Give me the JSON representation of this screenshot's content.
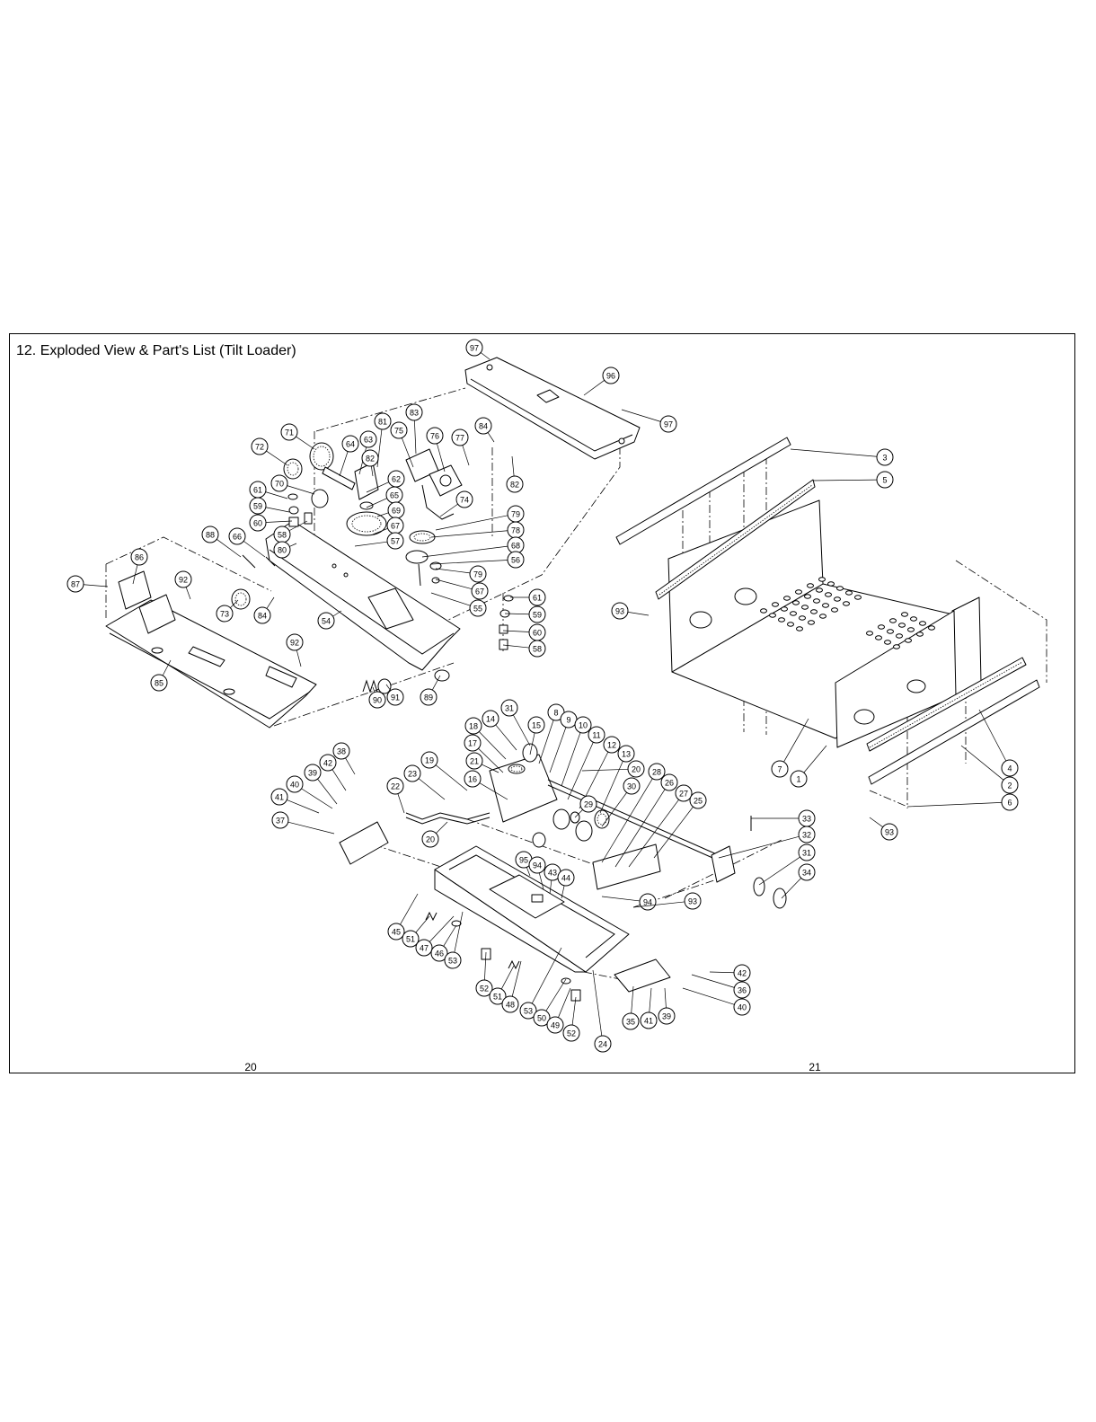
{
  "page": {
    "title": "12. Exploded View & Part's List (Tilt Loader)",
    "left_page_number": "20",
    "right_page_number": "21"
  },
  "callouts": [
    "97",
    "96",
    "97",
    "3",
    "5",
    "71",
    "64",
    "63",
    "81",
    "83",
    "75",
    "76",
    "77",
    "84",
    "72",
    "82",
    "82",
    "61",
    "70",
    "62",
    "74",
    "59",
    "65",
    "79",
    "60",
    "58",
    "69",
    "78",
    "80",
    "67",
    "68",
    "88",
    "66",
    "57",
    "56",
    "86",
    "79",
    "87",
    "92",
    "67",
    "61",
    "55",
    "59",
    "73",
    "84",
    "54",
    "93",
    "60",
    "58",
    "92",
    "85",
    "90",
    "91",
    "89",
    "31",
    "8",
    "9",
    "14",
    "15",
    "10",
    "18",
    "11",
    "17",
    "12",
    "13",
    "38",
    "42",
    "19",
    "21",
    "20",
    "39",
    "16",
    "23",
    "28",
    "26",
    "30",
    "40",
    "22",
    "27",
    "41",
    "29",
    "25",
    "37",
    "20",
    "33",
    "32",
    "95",
    "94",
    "43",
    "44",
    "31",
    "34",
    "94",
    "93",
    "45",
    "51",
    "47",
    "46",
    "53",
    "52",
    "51",
    "48",
    "53",
    "50",
    "49",
    "52",
    "24",
    "42",
    "36",
    "40",
    "35",
    "41",
    "39",
    "4",
    "2",
    "6",
    "7",
    "1",
    "93"
  ],
  "colors": {
    "line": "#000000",
    "background": "#ffffff"
  }
}
